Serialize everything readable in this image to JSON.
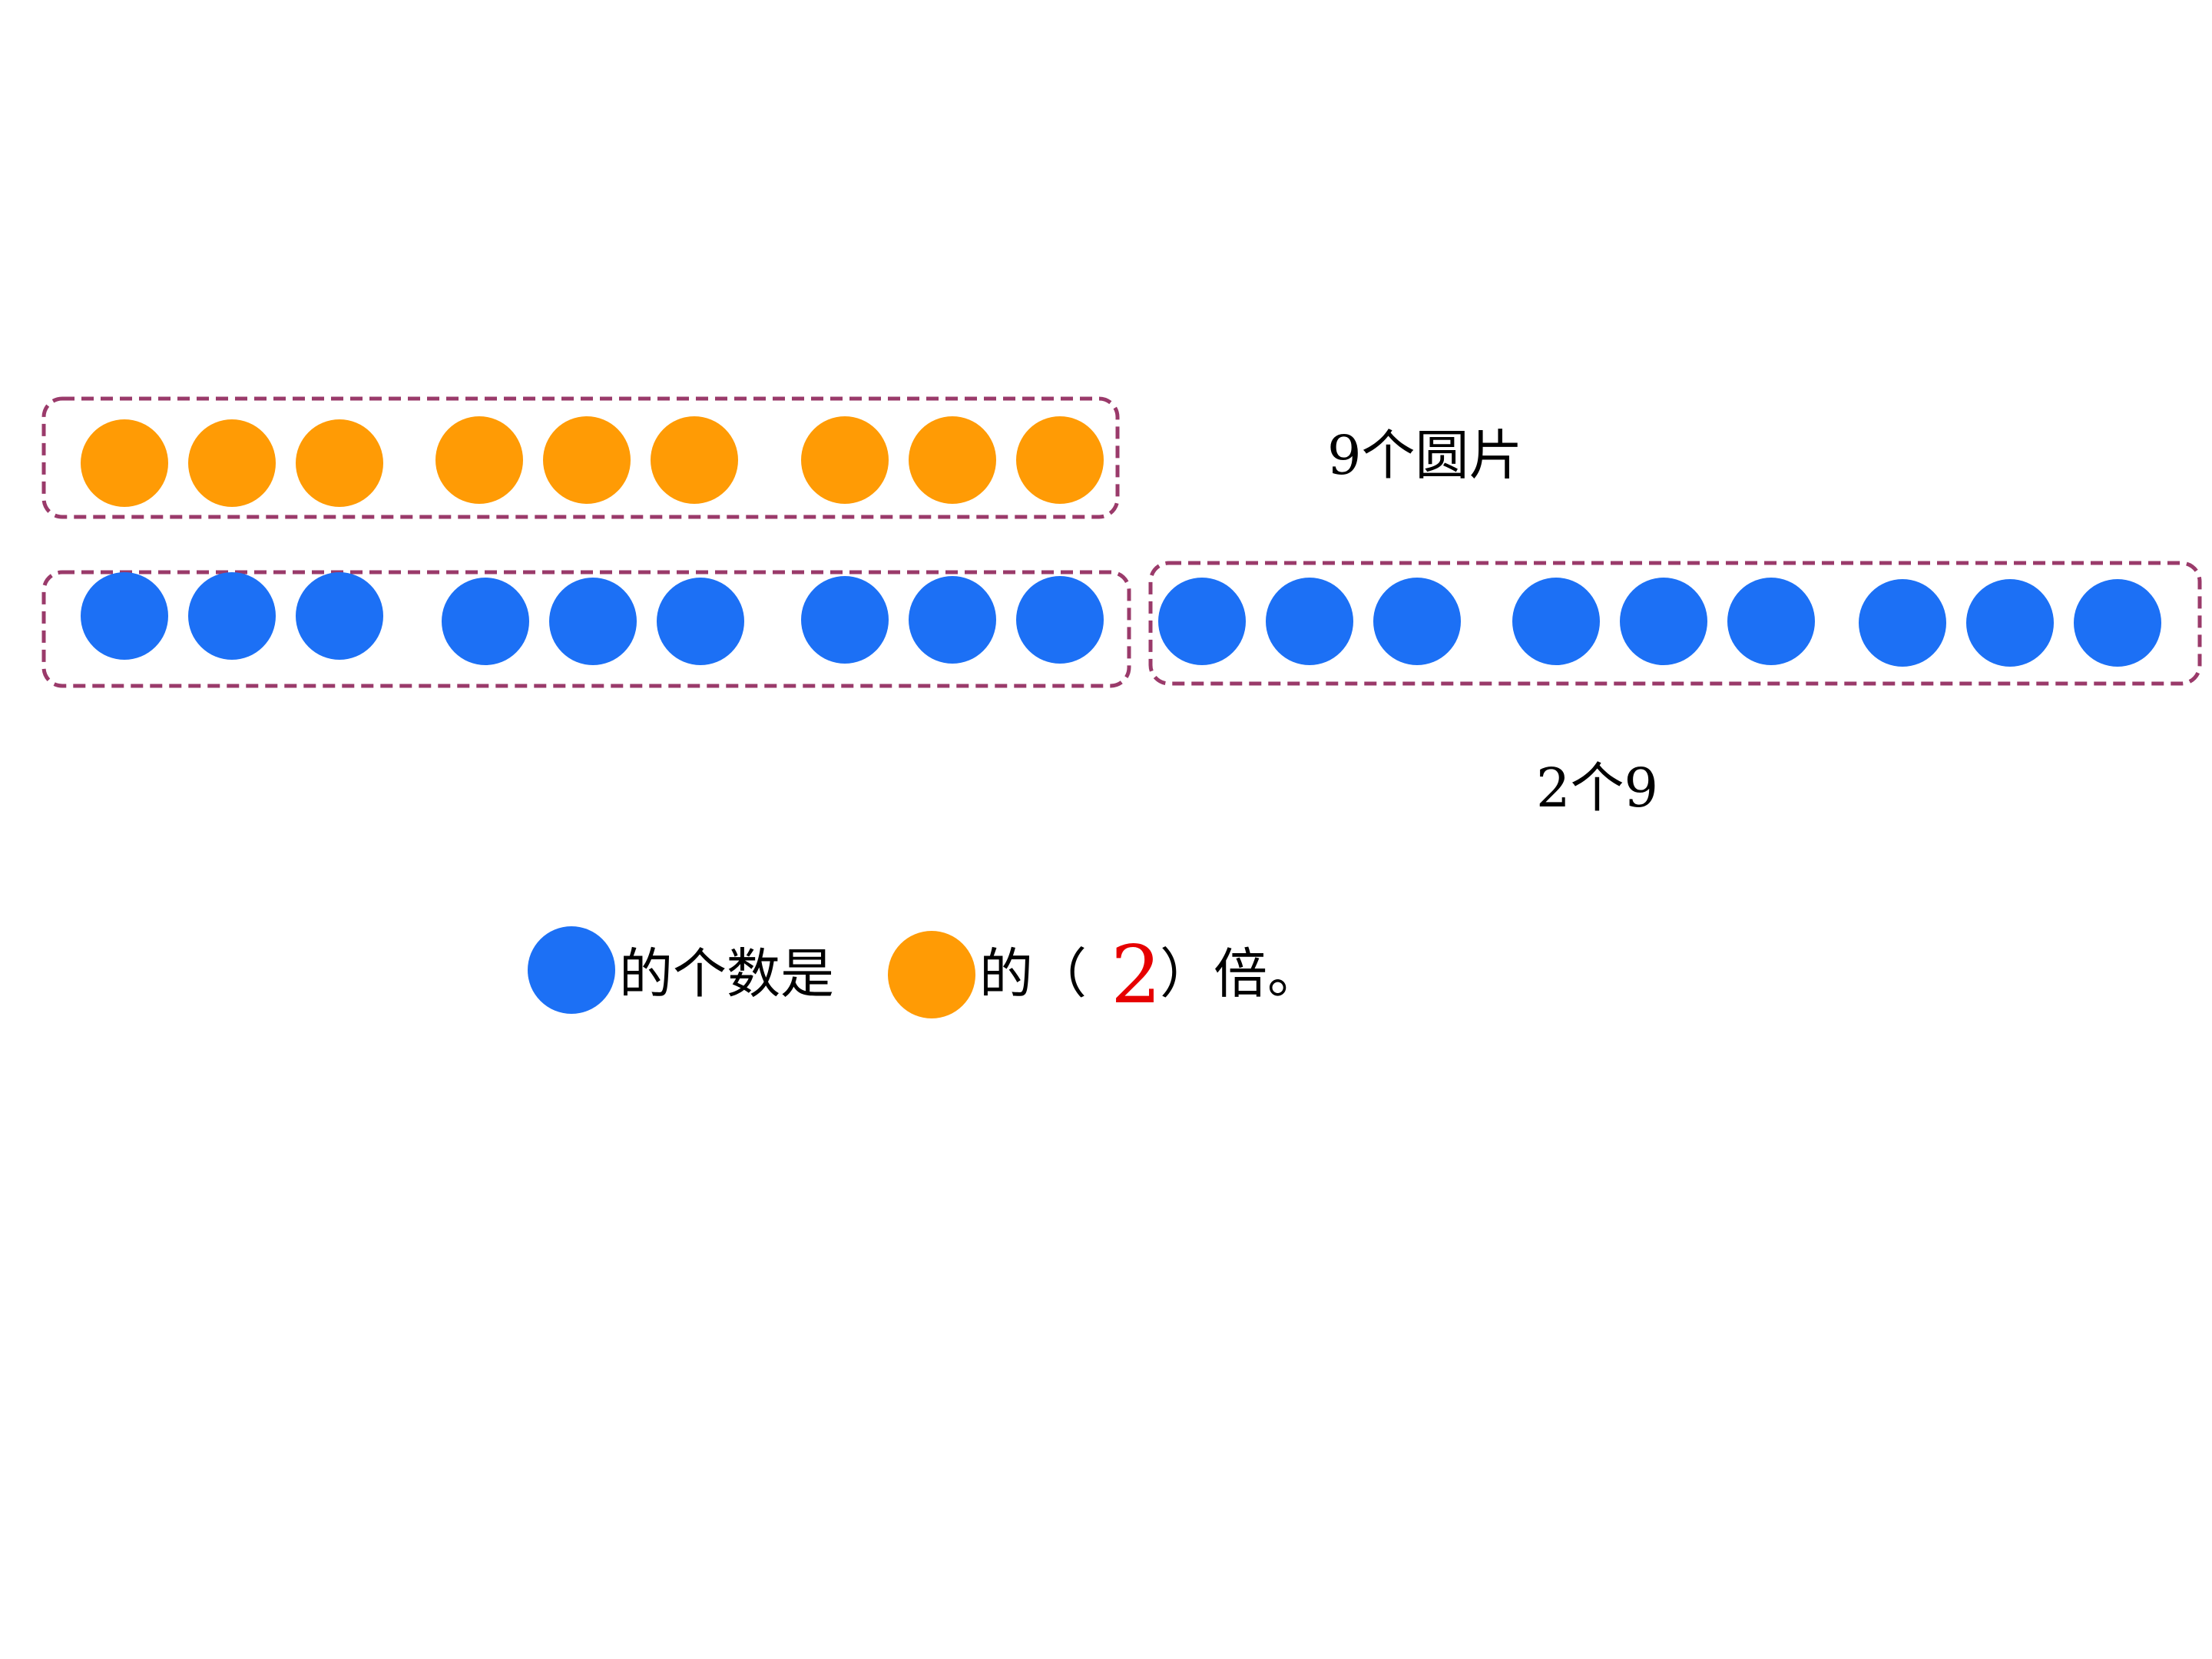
{
  "colors": {
    "orange_dot": "#FF9B05",
    "blue_dot": "#1C70F5",
    "group_border": "#9A3A6A",
    "answer": "#E60000",
    "text": "#000000"
  },
  "orange_row": {
    "group_count": 1,
    "dot_count": 9,
    "label": "9个圆片"
  },
  "blue_row": {
    "group_count": 2,
    "dots_per_group": 9,
    "label": "2个9"
  },
  "sentence": {
    "part1": "的个数是",
    "part2": "的（",
    "answer": "2",
    "part3": "）倍。"
  }
}
